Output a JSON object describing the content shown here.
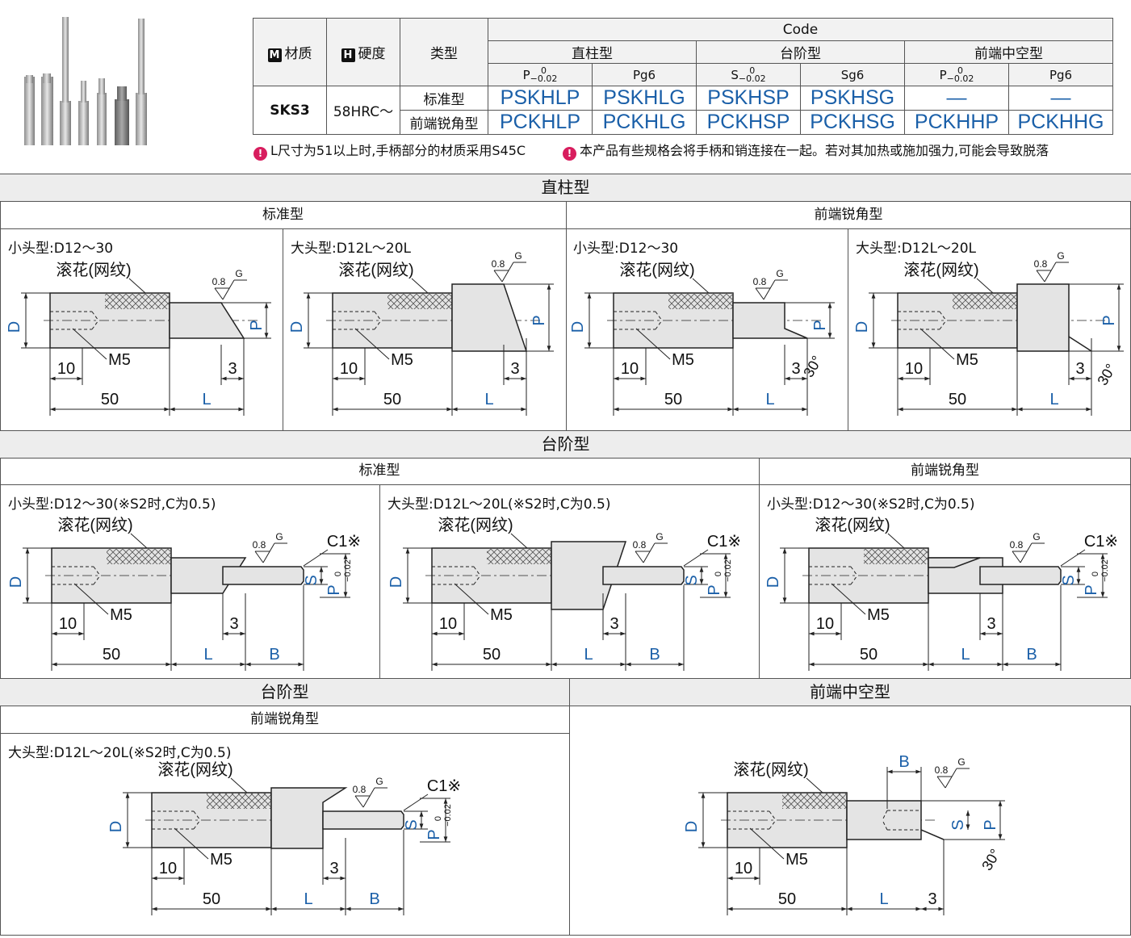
{
  "spec_table": {
    "col_material": "材质",
    "col_hardness": "硬度",
    "col_type": "类型",
    "code_header": "Code",
    "groups": [
      "直柱型",
      "台阶型",
      "前端中空型"
    ],
    "material": "SKS3",
    "hardness": "58HRC～",
    "rows": [
      {
        "type": "标准型",
        "codes": [
          "PSKHLP",
          "PSKHLG",
          "PSKHSP",
          "PSKHSG",
          "—",
          "—"
        ]
      },
      {
        "type": "前端锐角型",
        "codes": [
          "PCKHLP",
          "PCKHLG",
          "PCKHSP",
          "PCKHSG",
          "PCKHHP",
          "PCKHHG"
        ]
      }
    ],
    "tag_m": "M",
    "tag_h": "H",
    "sub_p": "P",
    "sub_pg6": "Pg6",
    "sub_s": "S",
    "sub_sg6": "Sg6",
    "tol_upper": "0",
    "tol_lower": "−0.02"
  },
  "notes": [
    "L尺寸为51以上时,手柄部分的材质采用S45C",
    "本产品有些规格会将手柄和销连接在一起。若对其加热或施加强力,可能会导致脱落"
  ],
  "sections": {
    "straight": "直柱型",
    "step": "台阶型",
    "step2": "台阶型",
    "hollow": "前端中空型",
    "standard": "标准型",
    "sharp": "前端锐角型"
  },
  "captions": {
    "small": "小头型:D12～30",
    "large": "大头型:D12L～20L",
    "small_s2": "小头型:D12～30(※S2时,C为0.5)",
    "large_s2": "大头型:D12L～20L(※S2时,C为0.5)"
  },
  "dims": {
    "knurl": "滚花(网纹)",
    "m5": "M5",
    "d10": "10",
    "d50": "50",
    "d3": "3",
    "L": "L",
    "B": "B",
    "D": "D",
    "P": "P",
    "S": "S",
    "G": "G",
    "r08": "0.8",
    "c1": "C1※",
    "a30": "30°"
  },
  "colors": {
    "accent": "#1a5fa8",
    "band": "#ededed",
    "note": "#d81d5e"
  }
}
